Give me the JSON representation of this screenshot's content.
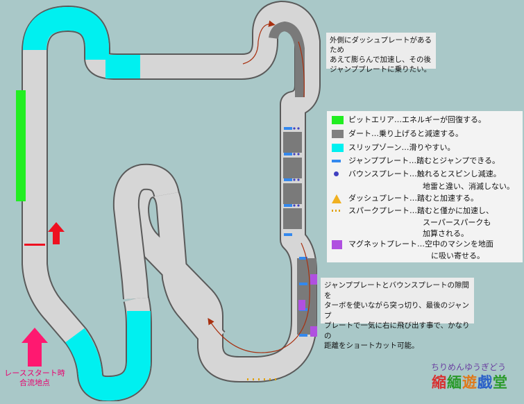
{
  "note_top": [
    "外側にダッシュプレートがあるため",
    "あえて膨らんで加速し、その後",
    "ジャンププレートに乗りたい。"
  ],
  "note_bottom": [
    "ジャンププレートとバウンスプレートの隙間を",
    "ターボを使いながら突っ切り、最後のジャンプ",
    "プレートで一気に右に飛び出す事で、かなりの",
    "距離をショートカット可能。"
  ],
  "start_label": [
    "レーススタート時",
    "合流地点"
  ],
  "legend": {
    "items": [
      {
        "icon": "pit-area-icon",
        "color": "#22ee22",
        "text": "ピットエリア…エネルギーが回復する。"
      },
      {
        "icon": "dirt-icon",
        "color": "#808080",
        "text": "ダート…乗り上げると減速する。"
      },
      {
        "icon": "slip-zone-icon",
        "color": "#00f0f0",
        "text": "スリップゾーン…滑りやすい。"
      },
      {
        "icon": "jump-plate-icon",
        "color": "#3388ee",
        "text": "ジャンププレート…踏むとジャンプできる。"
      },
      {
        "icon": "bounce-plate-icon",
        "color": "#4040c0",
        "text": "バウンスプレート…触れるとスピンし減速。",
        "cont": [
          "地雷と違い、消滅しない。"
        ]
      },
      {
        "icon": "dash-plate-icon",
        "color": "#f0b020",
        "text": "ダッシュプレート…踏むと加速する。"
      },
      {
        "icon": "spark-plate-icon",
        "color": "#e0a000",
        "text": "スパークプレート…踏むと僅かに加速し、",
        "cont": [
          "スーパースパークも",
          "加算される。"
        ]
      },
      {
        "icon": "magnet-plate-icon",
        "color": "#b050e0",
        "text": "マグネットプレート…空中のマシンを地面",
        "cont": [
          "に吸い寄せる。"
        ]
      }
    ]
  },
  "logo": {
    "sub": "ちりめんゆうぎどう",
    "chars": [
      {
        "ch": "縮",
        "color": "#d83030"
      },
      {
        "ch": "緬",
        "color": "#2a9a2a"
      },
      {
        "ch": "遊",
        "color": "#e07818"
      },
      {
        "ch": "戯",
        "color": "#2a60c8"
      },
      {
        "ch": "堂",
        "color": "#2a9a2a"
      }
    ]
  },
  "colors": {
    "background": "#a9c8c8",
    "track": "#d6d6d6",
    "edge": "#5a5a5a",
    "slip": "#00f0f0",
    "pit": "#22ee22",
    "start_arrow": "#ff1870",
    "red_arrow": "#ee1020",
    "racing_line": "#a83010"
  }
}
